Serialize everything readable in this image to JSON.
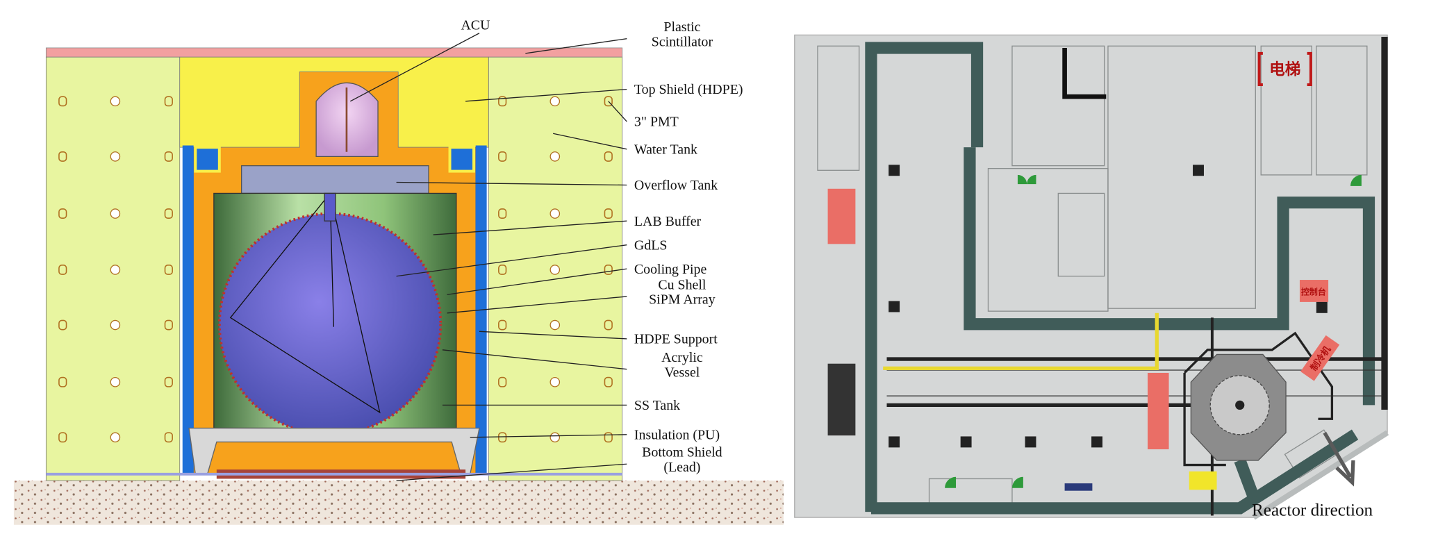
{
  "detector_schematic": {
    "top_label": "ACU",
    "labels": [
      [
        "Plastic",
        "Scintillator"
      ],
      [
        "Top Shield (HDPE)"
      ],
      [
        "3\" PMT"
      ],
      [
        "Water Tank"
      ],
      [
        "Overflow Tank"
      ],
      [
        "LAB Buffer"
      ],
      [
        "GdLS"
      ],
      [
        "Cooling Pipe"
      ],
      [
        "Cu Shell",
        "SiPM Array"
      ],
      [
        "HDPE Support"
      ],
      [
        "Acrylic",
        "Vessel"
      ],
      [
        "SS Tank"
      ],
      [
        "Insulation (PU)"
      ],
      [
        "Bottom Shield",
        "(Lead)"
      ]
    ]
  },
  "floor_plan": {
    "room_labels": {
      "elevator": "电梯",
      "console": "控制台",
      "chiller": "制冷机"
    },
    "arrow_label": "Reactor direction"
  },
  "colors": {
    "water_tank": "#e8f5a0",
    "top_shield": "#f8f04a",
    "insulation": "#f7a21c",
    "support": "#1e6fd8",
    "scintillator": "#f2a0a0",
    "wall": "#405c59",
    "floor": "#d5d7d7"
  }
}
